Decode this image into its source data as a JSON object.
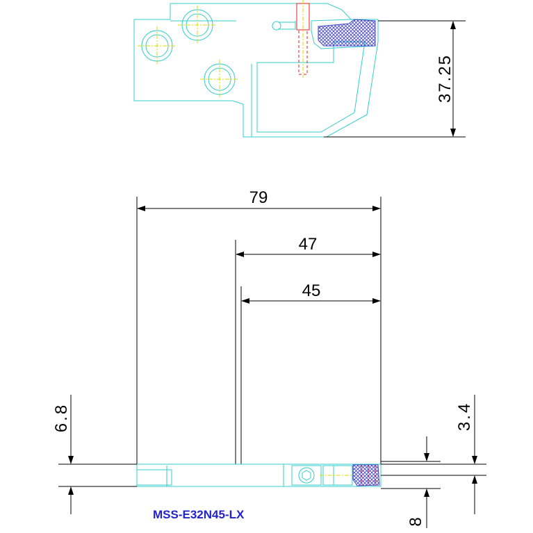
{
  "dimensions": {
    "height_top": "37.25",
    "overall_length": "79",
    "length_a": "47",
    "length_b": "45",
    "left_thickness": "6.8",
    "right_offset": "3.4",
    "bottom_width": "8"
  },
  "model_label": "MSS-E32N45-LX",
  "colors": {
    "outline": "#33cccc",
    "dimension": "#000000",
    "centerline": "#dddd00",
    "hidden": "#dd2222",
    "hatch": "#4444cc",
    "label": "#2222cc"
  }
}
